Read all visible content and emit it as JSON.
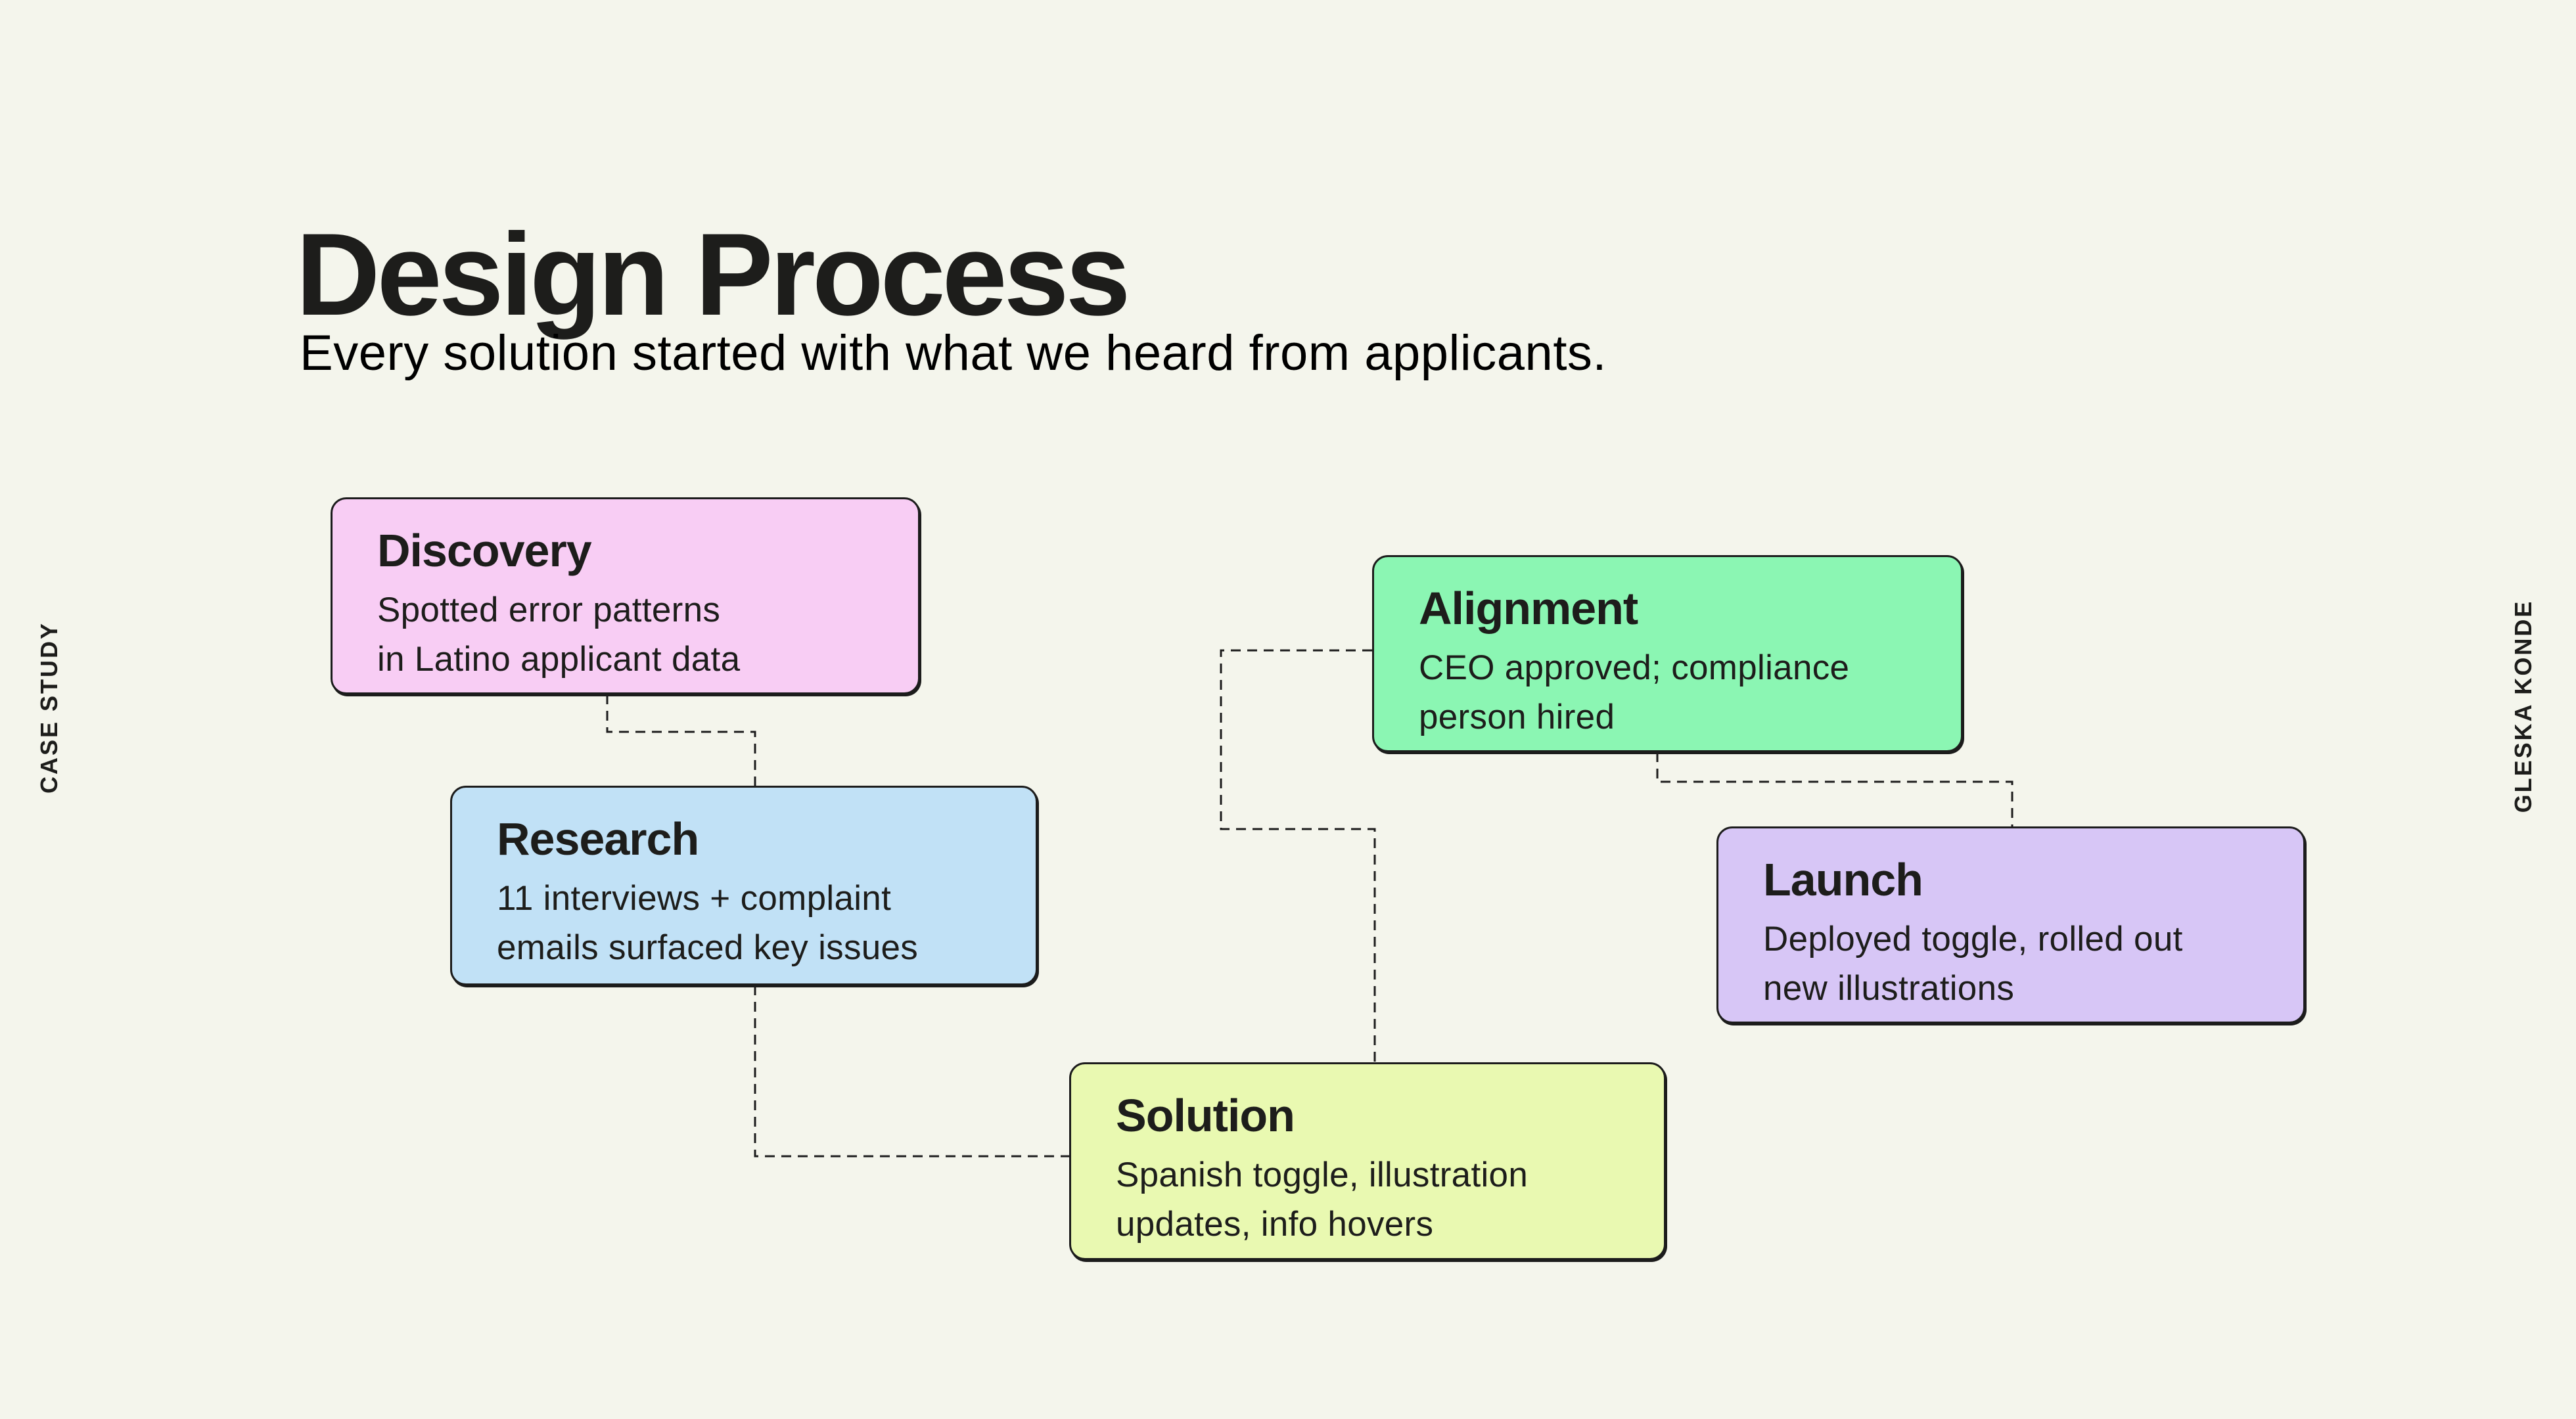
{
  "page": {
    "title": "Design Process",
    "subtitle": "Every solution started with what we heard from applicants.",
    "left_side_label": "CASE STUDY",
    "right_side_label": "GLESKA KONDE"
  },
  "colors": {
    "background": "#F4F5EC",
    "ink": "#1D1D1B",
    "connector": "#1C1C1C",
    "discovery": "#F8CDF4",
    "research": "#C1E1F6",
    "alignment": "#8BF6B3",
    "launch": "#D7C6F6",
    "solution": "#E9F9B1"
  },
  "steps": [
    {
      "title": "Discovery",
      "body": "Spotted error patterns\nin Latino applicant data"
    },
    {
      "title": "Research",
      "body": "11 interviews + complaint\nemails surfaced key issues"
    },
    {
      "title": "Alignment",
      "body": "CEO approved; compliance\nperson hired"
    },
    {
      "title": "Launch",
      "body": "Deployed toggle, rolled out\nnew illustrations"
    },
    {
      "title": "Solution",
      "body": "Spanish toggle, illustration\nupdates, info hovers"
    }
  ]
}
